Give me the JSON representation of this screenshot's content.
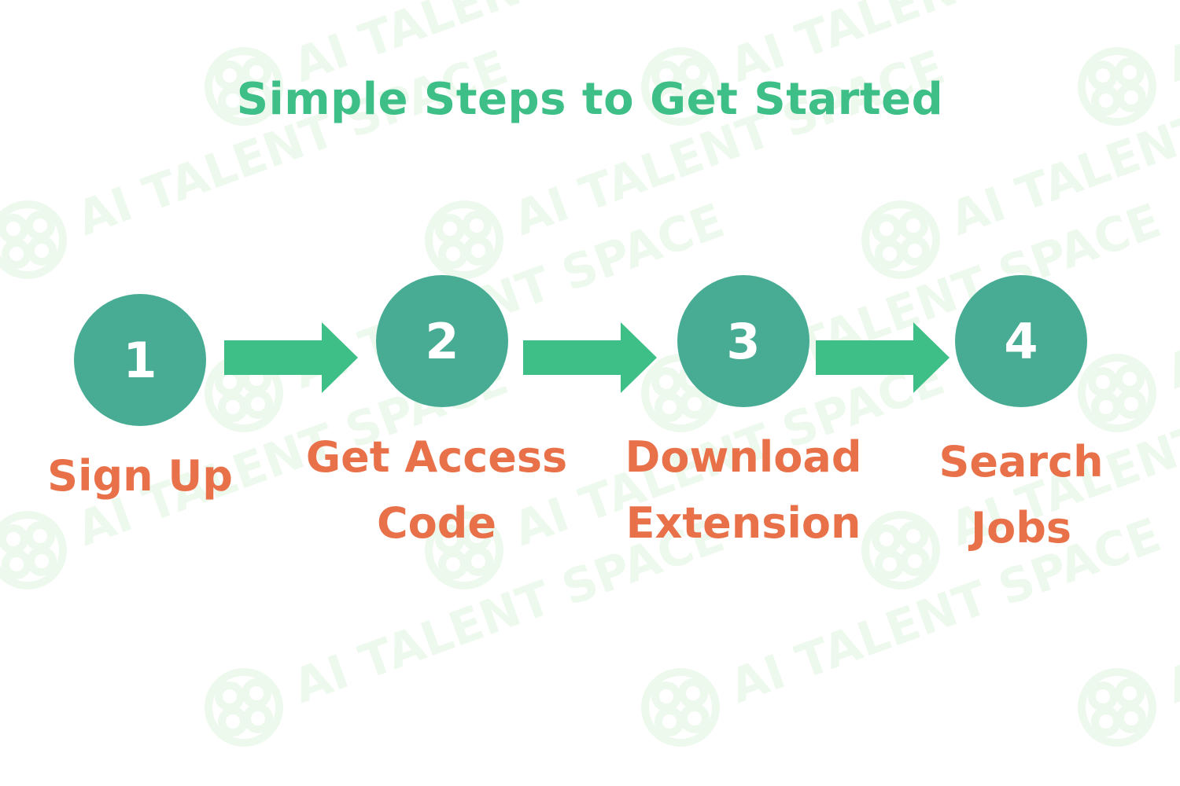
{
  "watermark": {
    "text": "AI TALENT SPACE",
    "icon": "brain-logo-icon",
    "color": "#eef9ee"
  },
  "title": "Simple Steps to Get Started",
  "colors": {
    "title": "#3dbf87",
    "circle": "#47ac93",
    "arrow": "#3dbf87",
    "label": "#e8714a"
  },
  "steps": [
    {
      "number": "1",
      "label_lines": [
        "Sign Up"
      ]
    },
    {
      "number": "2",
      "label_lines": [
        "Get Access",
        "Code"
      ]
    },
    {
      "number": "3",
      "label_lines": [
        "Download",
        "Extension"
      ]
    },
    {
      "number": "4",
      "label_lines": [
        "Search",
        "Jobs"
      ]
    }
  ],
  "connector_icon": "right-arrow-icon"
}
